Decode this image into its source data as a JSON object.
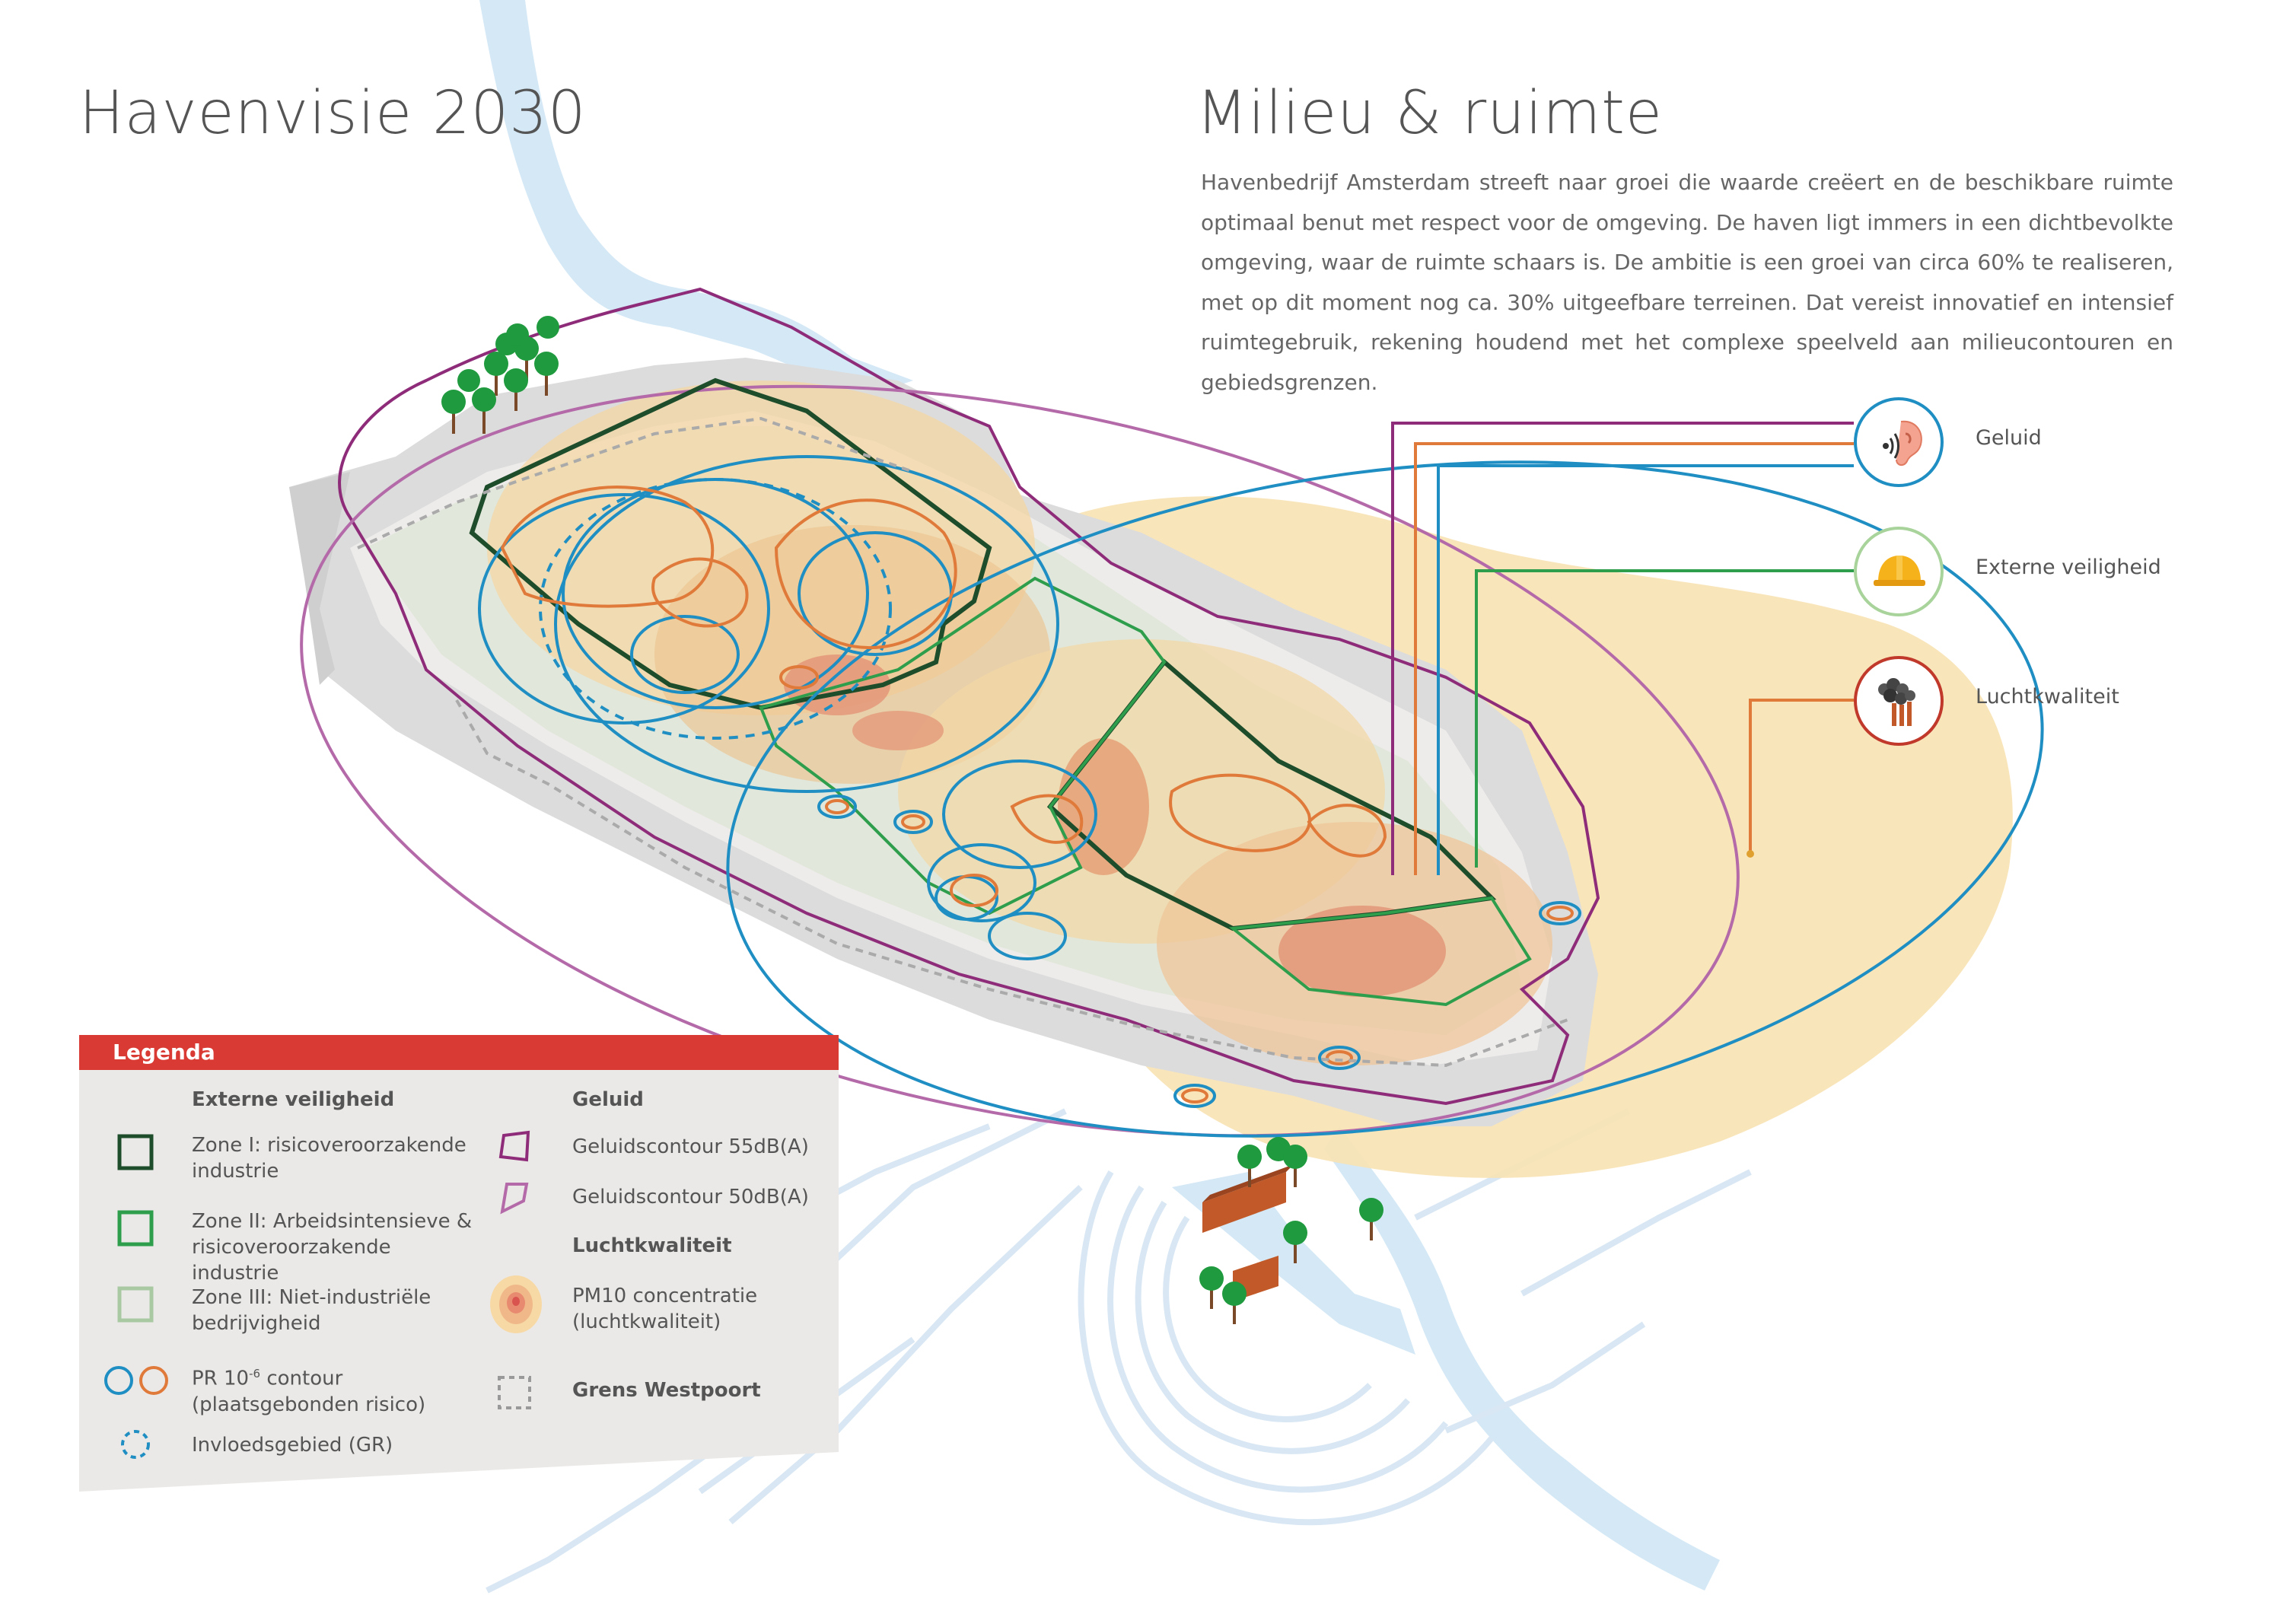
{
  "header": {
    "title_left": "Havenvisie 2030",
    "title_right": "Milieu & ruimte",
    "intro": "Havenbedrijf Amsterdam streeft naar groei die waarde creëert en de beschikbare ruimte optimaal benut met respect voor de omgeving. De haven ligt immers in een dichtbevolkte omgeving, waar de ruimte schaars is. De ambitie is een groei van circa 60% te realiseren, met op dit moment nog ca. 30% uitgeefbare terreinen. Dat vereist innovatief en intensief ruimtegebruik, rekening houdend met het complexe speelveld aan milieucontouren en gebiedsgrenzen."
  },
  "themes": [
    {
      "label": "Geluid",
      "icon": "ear-sound-icon",
      "color": "#1f8ec2"
    },
    {
      "label": "Externe veiligheid",
      "icon": "hard-hat-icon",
      "color": "#a8d39a"
    },
    {
      "label": "Luchtkwaliteit",
      "icon": "factory-smoke-icon",
      "color": "#c0392b"
    }
  ],
  "legend": {
    "title": "Legenda",
    "header_color": "#d93a33",
    "externe_veiligheid": {
      "heading": "Externe veiligheid",
      "zone1": "Zone I: risicoveroorzakende industrie",
      "zone2": "Zone II: Arbeidsintensieve & risicoveroorzakende industrie",
      "zone3": "Zone III: Niet-industriële bedrijvigheid",
      "pr_main": "PR 10",
      "pr_sup": "-6",
      "pr_rest": " contour",
      "pr_sub": "(plaatsgebonden risico)",
      "invloed": "Invloedsgebied (GR)"
    },
    "geluid": {
      "heading": "Geluid",
      "c55": "Geluidscontour 55dB(A)",
      "c50": "Geluidscontour 50dB(A)"
    },
    "luchtkwaliteit": {
      "heading": "Luchtkwaliteit",
      "pm10_line1": "PM10 concentratie",
      "pm10_line2": "(luchtkwaliteit)"
    },
    "grens": "Grens Westpoort",
    "colors": {
      "zone1": "#1d4d2b",
      "zone2": "#2e9e4d",
      "zone3": "#a9c9a3",
      "pr_blue": "#1f8ec2",
      "pr_orange": "#e07a3a",
      "c55": "#8e2c7a",
      "c50": "#b469a8"
    }
  }
}
